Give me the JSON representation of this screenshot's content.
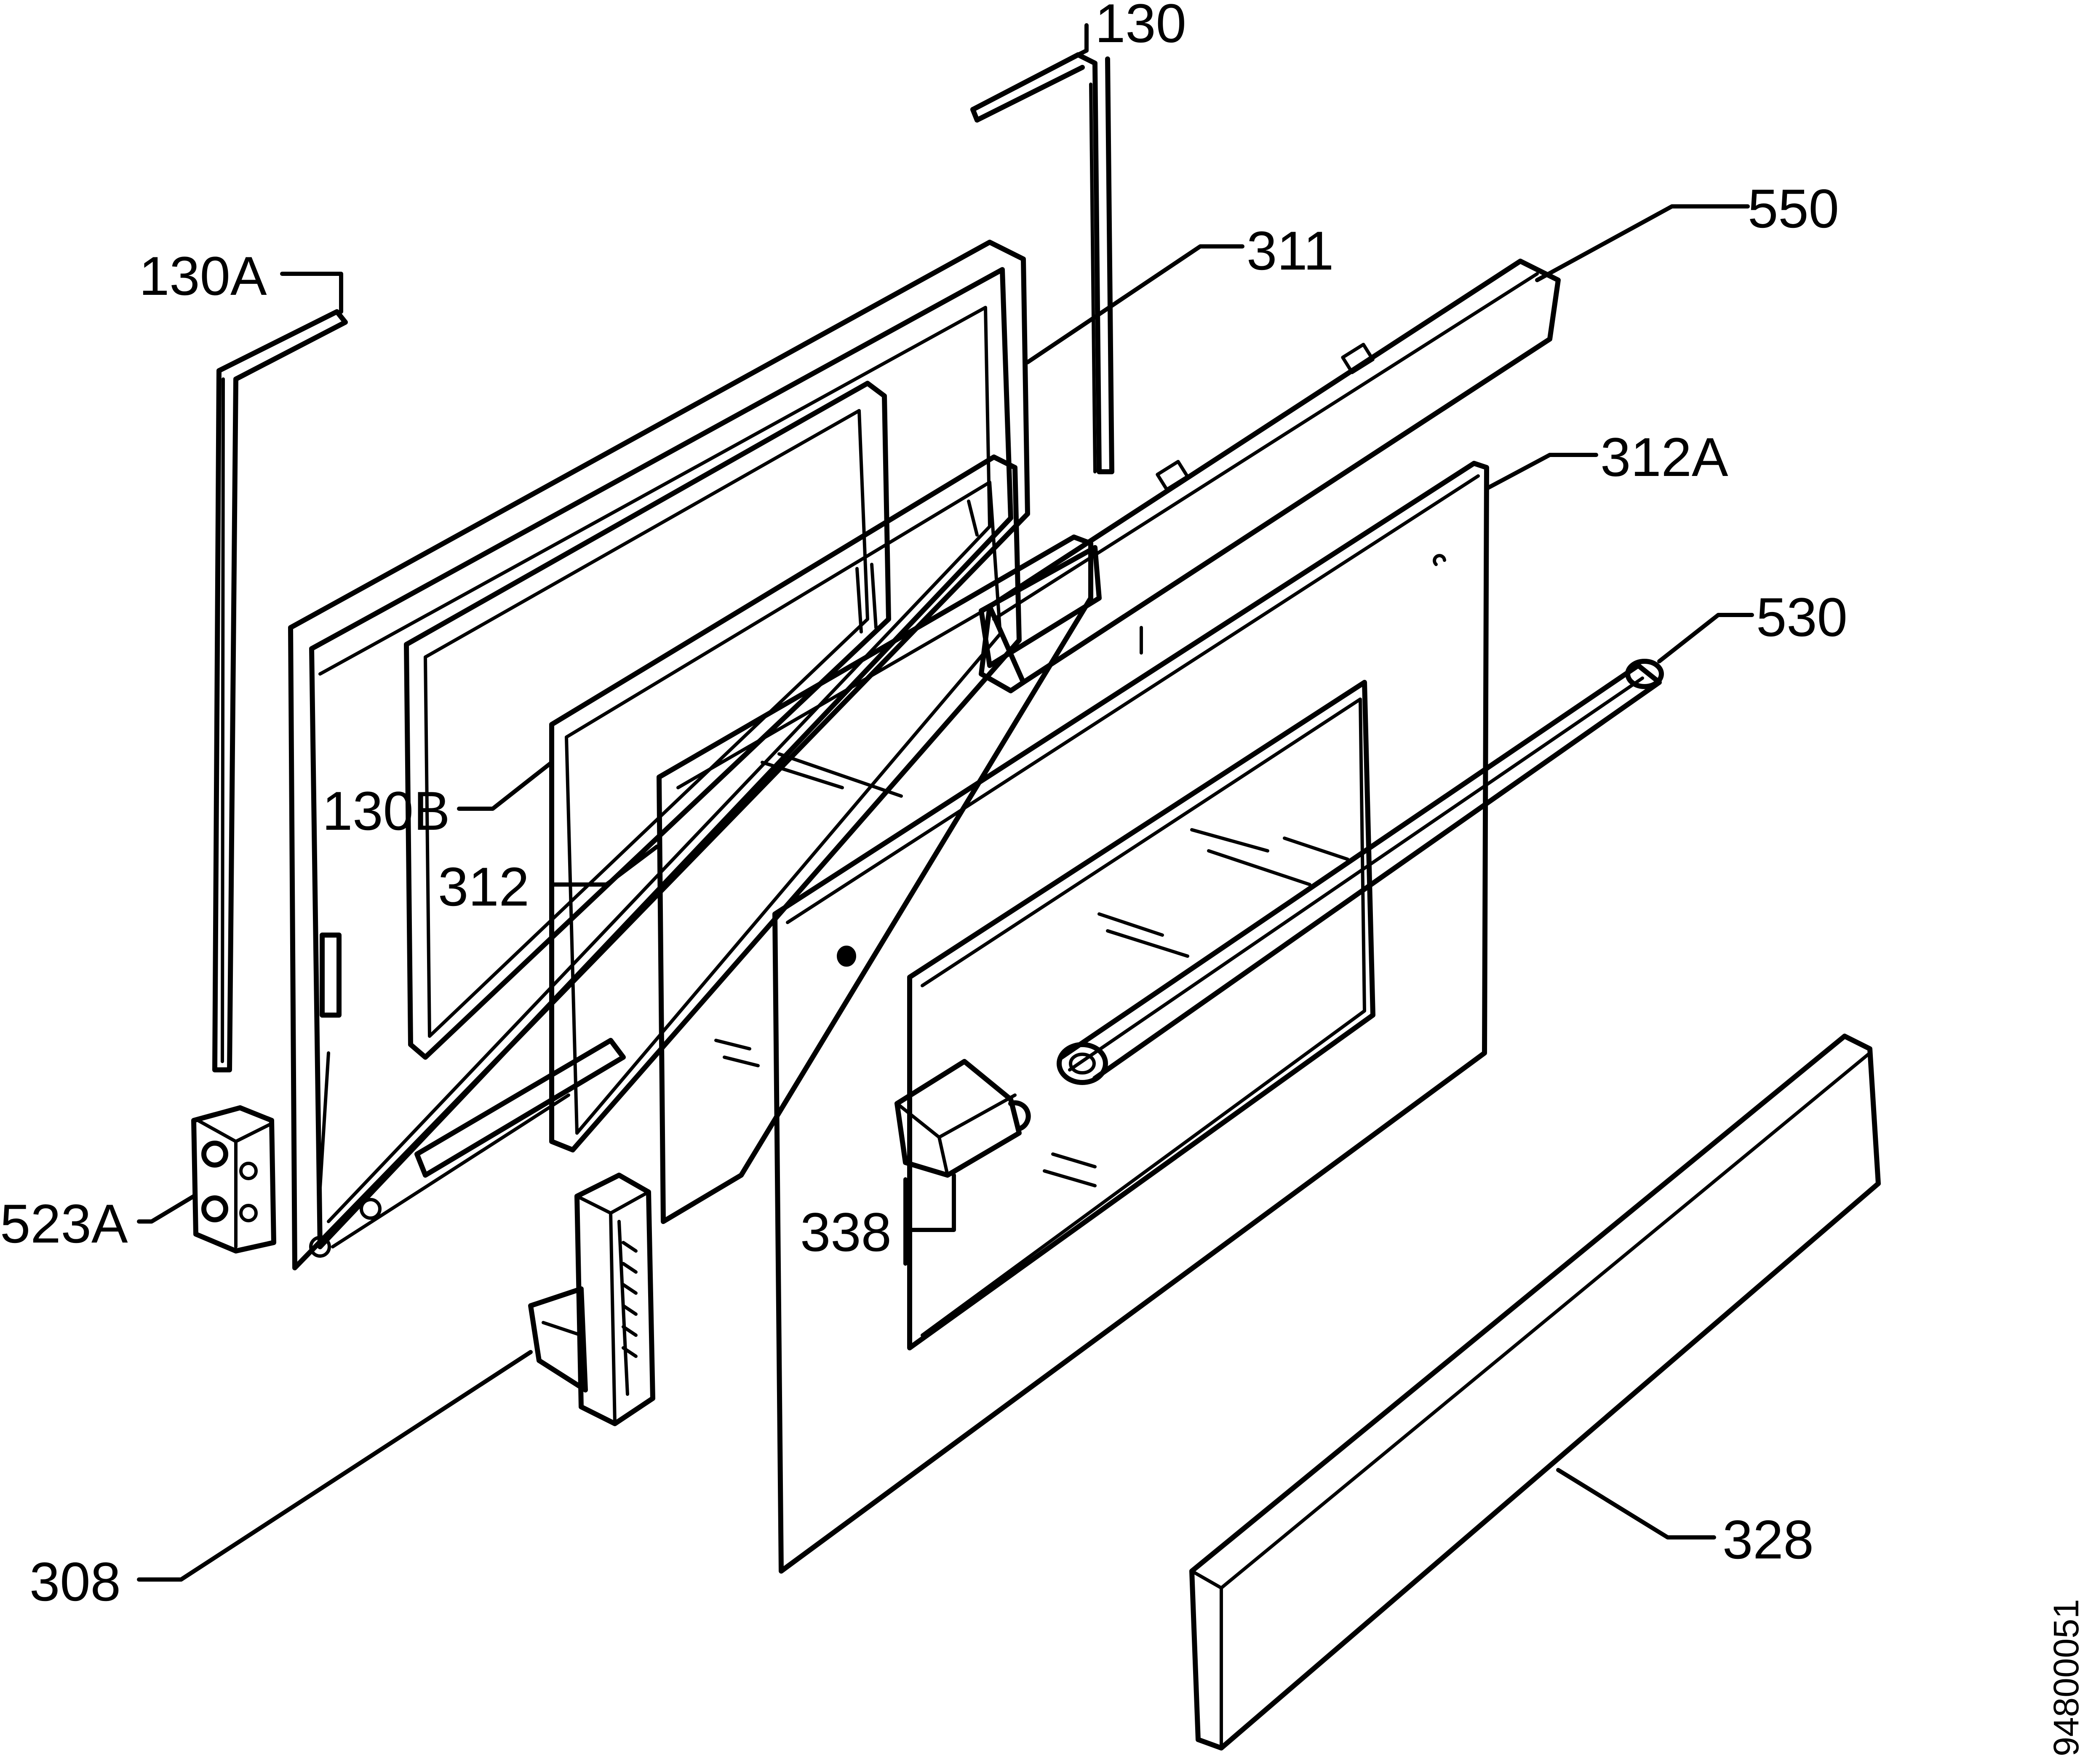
{
  "labels": {
    "p130": "130",
    "p130A": "130A",
    "p130B": "130B",
    "p311": "311",
    "p312": "312",
    "p312A": "312A",
    "p308": "308",
    "p328": "328",
    "p338": "338",
    "p523A": "523A",
    "p530": "530",
    "p550": "550"
  },
  "document_id": "94800051"
}
